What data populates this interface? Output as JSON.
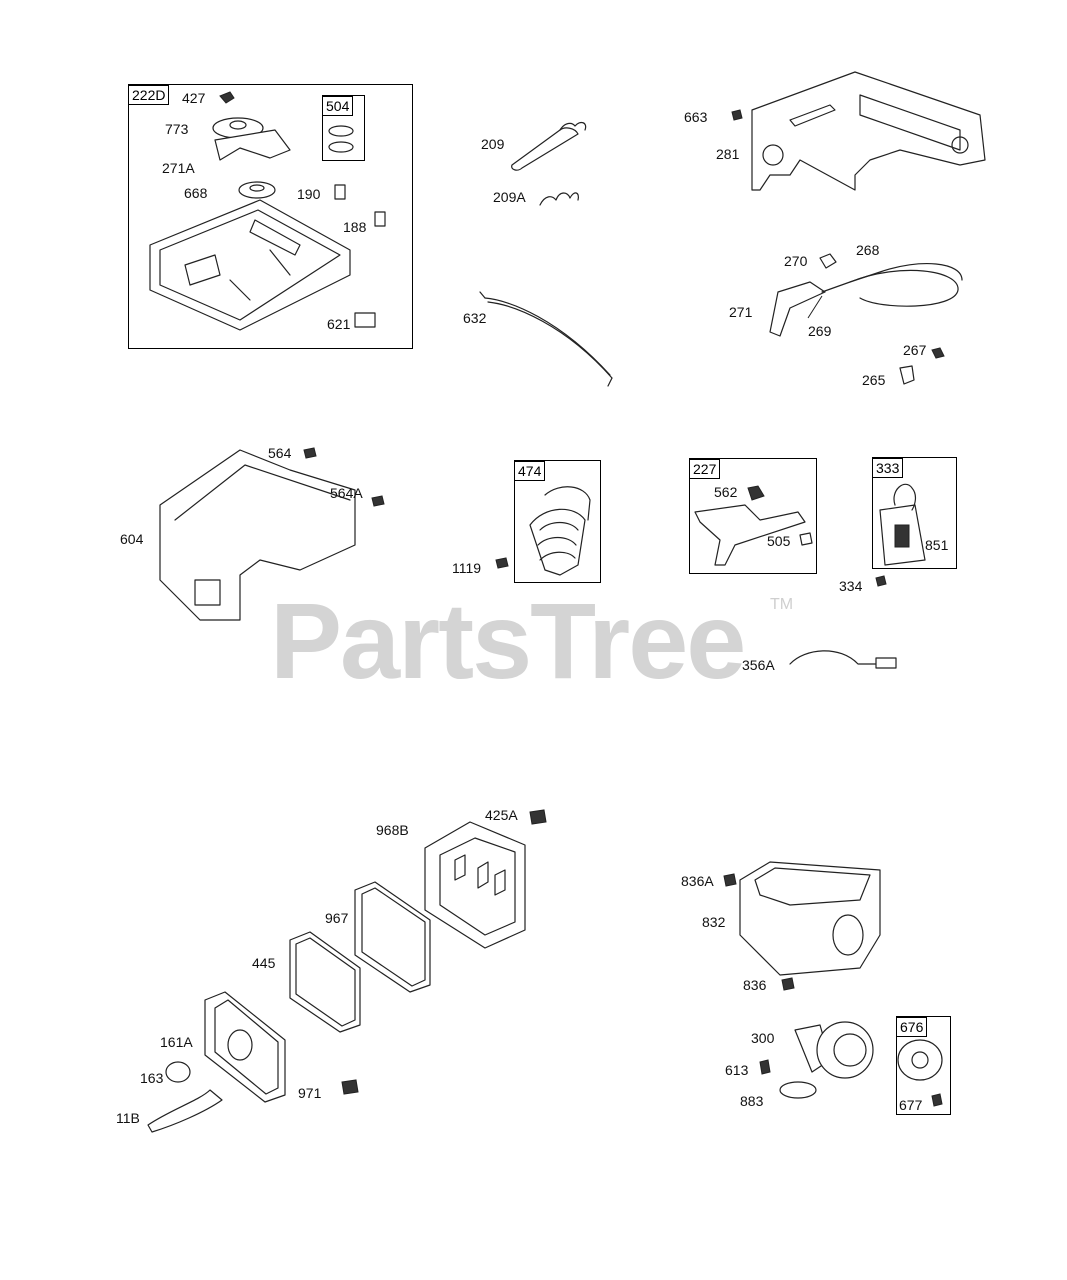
{
  "watermark": {
    "text": "PartsTree",
    "trademark": "TM"
  },
  "kit_boxes": {
    "k222D": "222D",
    "k504": "504",
    "k474": "474",
    "k227": "227",
    "k333": "333",
    "k676": "676"
  },
  "labels": {
    "l427": "427",
    "l773": "773",
    "l271A": "271A",
    "l668": "668",
    "l190": "190",
    "l188": "188",
    "l621": "621",
    "l209": "209",
    "l209A": "209A",
    "l632": "632",
    "l663": "663",
    "l281": "281",
    "l270": "270",
    "l268": "268",
    "l271": "271",
    "l269": "269",
    "l267": "267",
    "l265": "265",
    "l564": "564",
    "l564A": "564A",
    "l604": "604",
    "l1119": "1119",
    "l562": "562",
    "l505": "505",
    "l851": "851",
    "l334": "334",
    "l356A": "356A",
    "l968B": "968B",
    "l425A": "425A",
    "l967": "967",
    "l445": "445",
    "l161A": "161A",
    "l163": "163",
    "l11B": "11B",
    "l971": "971",
    "l836A": "836A",
    "l832": "832",
    "l836": "836",
    "l300": "300",
    "l613": "613",
    "l883": "883",
    "l677": "677"
  }
}
